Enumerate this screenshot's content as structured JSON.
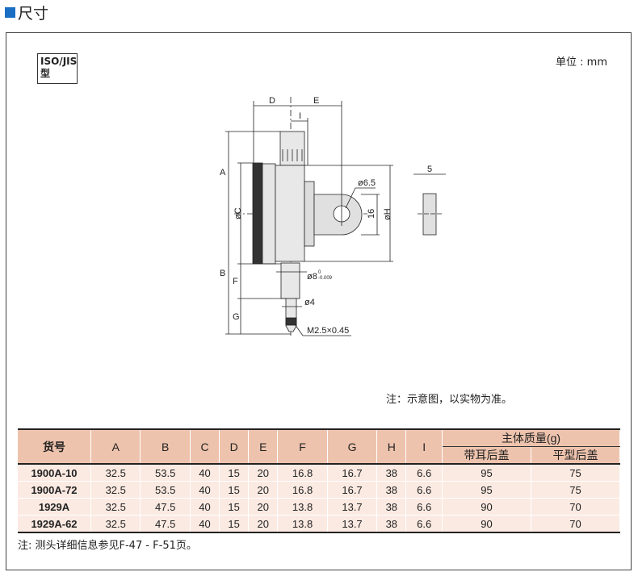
{
  "section_title": "尺寸",
  "iso_label": {
    "line1": "ISO/JIS",
    "line2": "型"
  },
  "unit": "单位 : mm",
  "drawing": {
    "labels": {
      "A": "A",
      "B": "B",
      "C": "øC",
      "D": "D",
      "E": "E",
      "F": "F",
      "G": "G",
      "H": "øH",
      "I": "I",
      "hole": "ø6.5",
      "lug_h": "16",
      "stem": "ø8",
      "stem_tol_upper": "0",
      "stem_tol_lower": "-0.009",
      "tip": "ø4",
      "thread": "M2.5×0.45",
      "side_w": "5"
    }
  },
  "drawing_note": "注：示意图，以实物为准。",
  "table": {
    "headers": [
      "货号",
      "A",
      "B",
      "C",
      "D",
      "E",
      "F",
      "G",
      "H",
      "I"
    ],
    "mass_header": "主体质量(g)",
    "mass_sub": [
      "带耳后盖",
      "平型后盖"
    ],
    "rows": [
      [
        "1900A-10",
        "32.5",
        "53.5",
        "40",
        "15",
        "20",
        "16.8",
        "16.7",
        "38",
        "6.6",
        "95",
        "75"
      ],
      [
        "1900A-72",
        "32.5",
        "53.5",
        "40",
        "15",
        "20",
        "16.8",
        "16.7",
        "38",
        "6.6",
        "95",
        "75"
      ],
      [
        "1929A",
        "32.5",
        "47.5",
        "40",
        "15",
        "20",
        "13.8",
        "13.7",
        "38",
        "6.6",
        "90",
        "70"
      ],
      [
        "1929A-62",
        "32.5",
        "47.5",
        "40",
        "15",
        "20",
        "13.8",
        "13.7",
        "38",
        "6.6",
        "90",
        "70"
      ]
    ]
  },
  "table_note": "注: 测头详细信息参见F-47 - F-51页。"
}
